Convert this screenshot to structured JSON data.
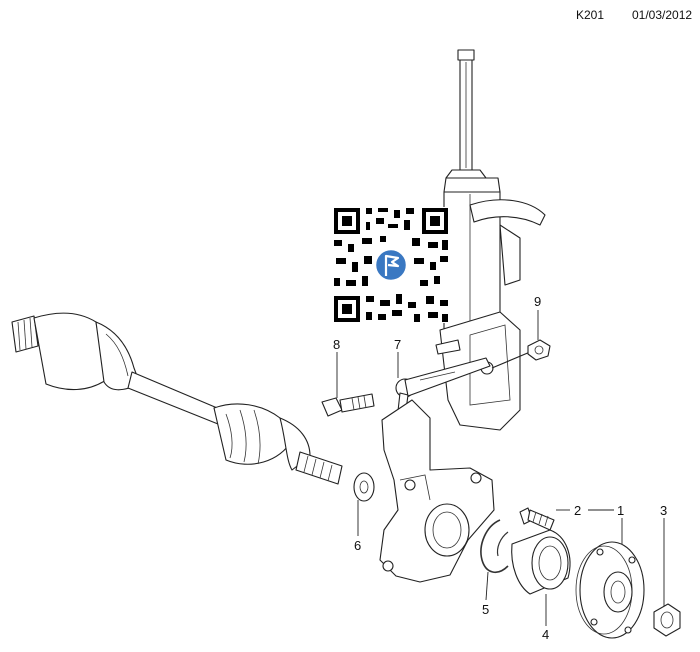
{
  "header": {
    "code": "K201",
    "date": "01/03/2012"
  },
  "callouts": [
    "1",
    "2",
    "3",
    "4",
    "5",
    "6",
    "7",
    "8",
    "9"
  ],
  "colors": {
    "line": "#222222",
    "background": "#ffffff",
    "qr_badge": "#3a78c2"
  },
  "icons": {
    "qr_code": "qr-code-icon",
    "badge": "flag-badge-icon"
  }
}
